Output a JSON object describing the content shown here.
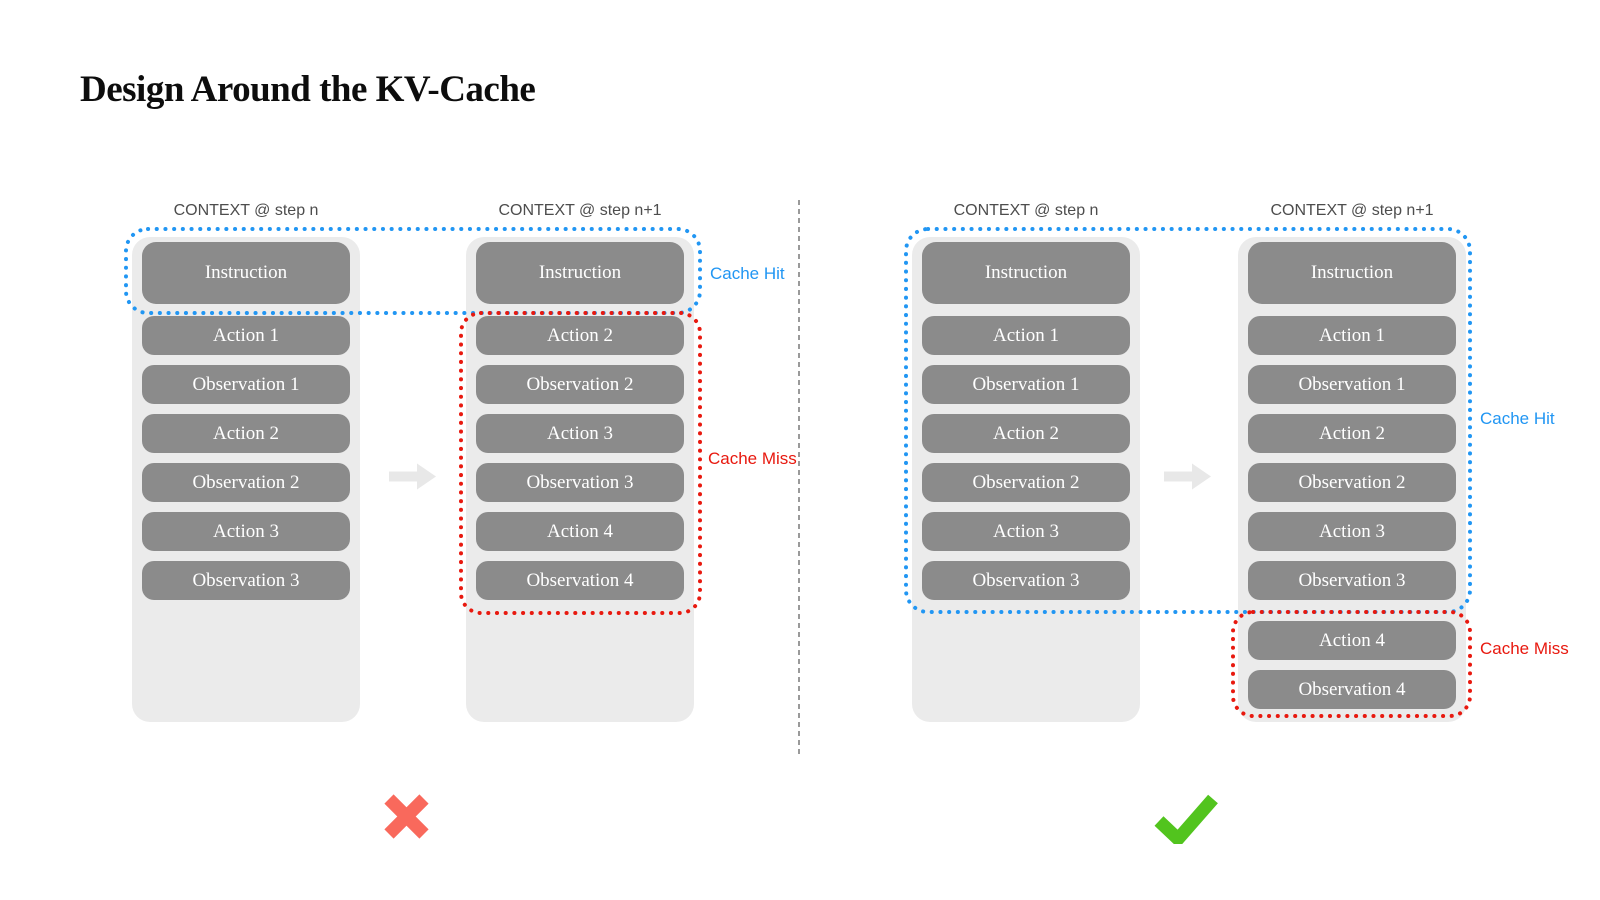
{
  "title": "Design Around the KV-Cache",
  "panels": [
    {
      "id": "cache-unfriendly-example",
      "verdict": "wrong",
      "cache_hit": "Cache Hit",
      "cache_miss": "Cache Miss",
      "columns": [
        {
          "header": "CONTEXT @ step n",
          "boxes": [
            "Instruction",
            "Action 1",
            "Observation 1",
            "Action 2",
            "Observation 2",
            "Action 3",
            "Observation 3"
          ]
        },
        {
          "header": "CONTEXT @ step n+1",
          "boxes": [
            "Instruction",
            "Action 2",
            "Observation 2",
            "Action 3",
            "Observation 3",
            "Action 4",
            "Observation 4"
          ]
        }
      ]
    },
    {
      "id": "cache-friendly-example",
      "verdict": "correct",
      "cache_hit": "Cache Hit",
      "cache_miss": "Cache Miss",
      "columns": [
        {
          "header": "CONTEXT @ step n",
          "boxes": [
            "Instruction",
            "Action 1",
            "Observation 1",
            "Action 2",
            "Observation 2",
            "Action 3",
            "Observation 3"
          ]
        },
        {
          "header": "CONTEXT @ step n+1",
          "boxes": [
            "Instruction",
            "Action 1",
            "Observation 1",
            "Action 2",
            "Observation 2",
            "Action 3",
            "Observation 3",
            "Action 4",
            "Observation 4"
          ]
        }
      ]
    }
  ],
  "colors": {
    "cache_hit_blue": "#2196f3",
    "cache_miss_red": "#e8190f",
    "cross_red": "#f9695c",
    "check_green": "#52c41e",
    "box_gray": "#8b8b8b",
    "column_gray": "#ebebeb",
    "arrow_gray": "#e8e8e8"
  }
}
